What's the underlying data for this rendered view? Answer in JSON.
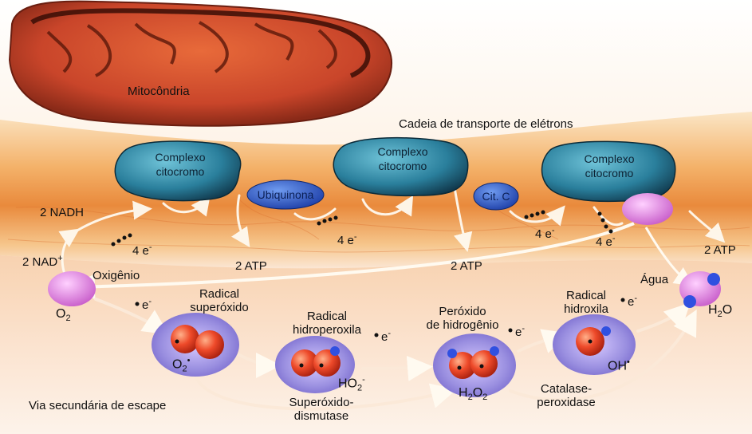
{
  "labels": {
    "mitochondria": "Mitocôndria",
    "etc_title": "Cadeia de transporte de elétrons",
    "complex1": [
      "Complexo",
      "citocromo"
    ],
    "complex2": [
      "Complexo",
      "citocromo"
    ],
    "complex3": [
      "Complexo",
      "citocromo"
    ],
    "ubiquinone": "Ubiquinona",
    "cyt_c": "Cit. C",
    "nadh": "2 NADH",
    "nad": "2 NAD",
    "nad_sup": "+",
    "electrons_4": "4 e",
    "e_sup": "-",
    "atp": "2 ATP",
    "oxygen": "Oxigênio",
    "e_single": "e",
    "superoxide_radical": [
      "Radical",
      "superóxido"
    ],
    "hydroperoxyl_radical": [
      "Radical",
      "hidroperoxila"
    ],
    "hydrogen_peroxide": [
      "Peróxido",
      "de hidrogênio"
    ],
    "hydroxyl_radical": [
      "Radical",
      "hidroxila"
    ],
    "water": "Água",
    "escape_route": "Via secundária de escape",
    "sod": [
      "Superóxido-",
      "dismutase"
    ],
    "catalase": [
      "Catalase-",
      "peroxidase"
    ]
  },
  "formulas": {
    "o2": {
      "base": "O",
      "sub": "2"
    },
    "o2_radical": {
      "base": "O",
      "sub": "2",
      "sup": "•"
    },
    "ho2": {
      "base": "HO",
      "sub": "2",
      "sup": "-"
    },
    "h2o2": {
      "a": "H",
      "sub1": "2",
      "b": "O",
      "sub2": "2"
    },
    "oh": {
      "base": "OH",
      "sup": "•"
    },
    "h2o": {
      "a": "H",
      "sub": "2",
      "b": "O"
    }
  },
  "colors": {
    "membrane": "#f0a040",
    "complex": "#2a7f9c",
    "ubiquinone": "#2d5fd0",
    "molecule_red": "#e8402a",
    "halo": "#9a8fe0",
    "oxygen_pink": "#e07be0"
  }
}
